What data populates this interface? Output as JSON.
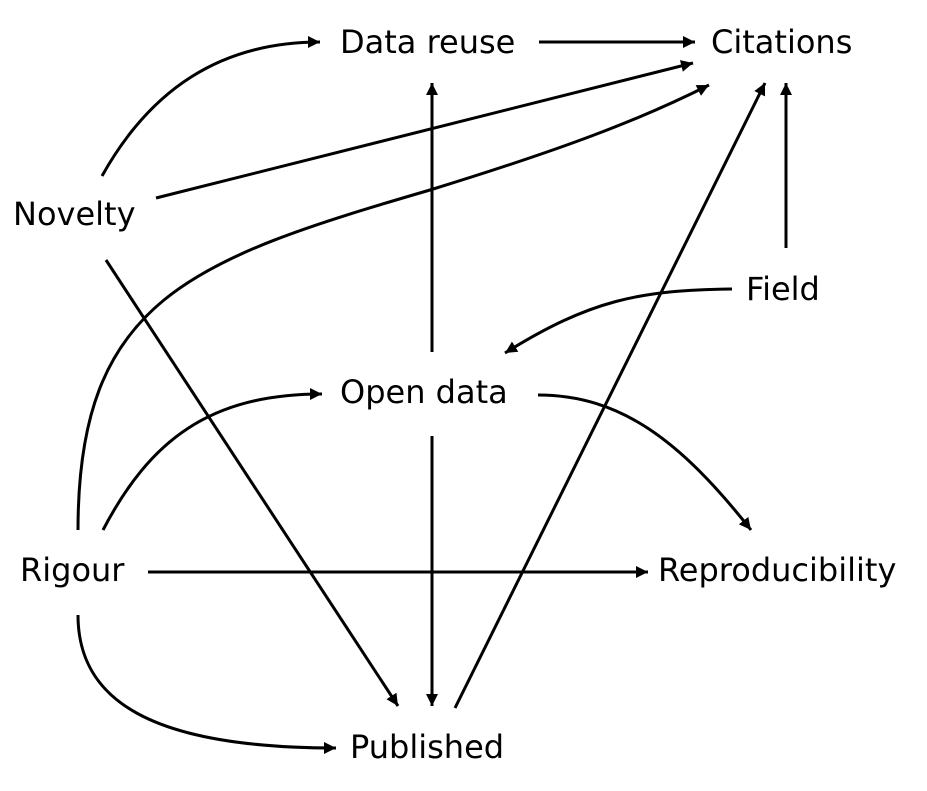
{
  "diagram": {
    "type": "directed-acyclic-graph",
    "colors": {
      "line": "#000000",
      "text": "#000000",
      "background": "#ffffff"
    },
    "nodes": [
      {
        "id": "data_reuse",
        "label": "Data reuse"
      },
      {
        "id": "citations",
        "label": "Citations"
      },
      {
        "id": "novelty",
        "label": "Novelty"
      },
      {
        "id": "field",
        "label": "Field"
      },
      {
        "id": "open_data",
        "label": "Open data"
      },
      {
        "id": "rigour",
        "label": "Rigour"
      },
      {
        "id": "reproducibility",
        "label": "Reproducibility"
      },
      {
        "id": "published",
        "label": "Published"
      }
    ],
    "edges": [
      {
        "from": "novelty",
        "to": "data_reuse"
      },
      {
        "from": "data_reuse",
        "to": "citations"
      },
      {
        "from": "novelty",
        "to": "citations"
      },
      {
        "from": "rigour",
        "to": "citations"
      },
      {
        "from": "published",
        "to": "citations"
      },
      {
        "from": "field",
        "to": "citations"
      },
      {
        "from": "open_data",
        "to": "data_reuse"
      },
      {
        "from": "field",
        "to": "open_data"
      },
      {
        "from": "novelty",
        "to": "published"
      },
      {
        "from": "rigour",
        "to": "open_data"
      },
      {
        "from": "open_data",
        "to": "reproducibility"
      },
      {
        "from": "rigour",
        "to": "reproducibility"
      },
      {
        "from": "open_data",
        "to": "published"
      },
      {
        "from": "rigour",
        "to": "published"
      }
    ]
  }
}
